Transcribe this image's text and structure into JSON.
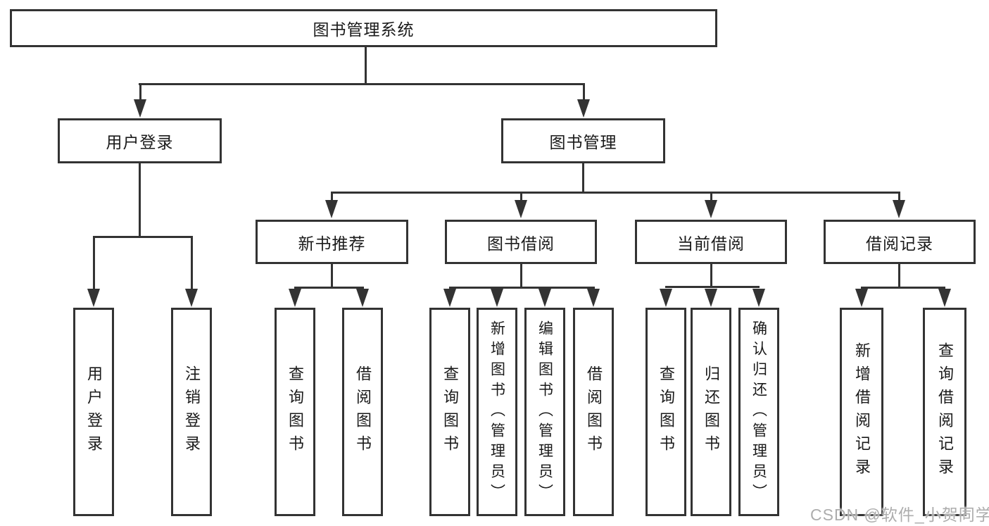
{
  "diagram": {
    "title": "图书管理系统",
    "watermark": "CSDN @软件_小贺同学",
    "colors": {
      "line": "#333333",
      "box_border": "#333333",
      "box_fill": "#ffffff",
      "text": "#1a1a1a",
      "watermark": "#adadad"
    },
    "nodes": {
      "root": {
        "label": "图书管理系统"
      },
      "level2": [
        {
          "label": "用户登录",
          "parent": "图书管理系统"
        },
        {
          "label": "图书管理",
          "parent": "图书管理系统"
        }
      ],
      "level3": [
        {
          "label": "新书推荐",
          "parent": "图书管理"
        },
        {
          "label": "图书借阅",
          "parent": "图书管理"
        },
        {
          "label": "当前借阅",
          "parent": "图书管理"
        },
        {
          "label": "借阅记录",
          "parent": "图书管理"
        }
      ],
      "leaves": [
        {
          "label": "用户登录",
          "parent": "用户登录"
        },
        {
          "label": "注销登录",
          "parent": "用户登录"
        },
        {
          "label": "查询图书",
          "parent": "新书推荐"
        },
        {
          "label": "借阅图书",
          "parent": "新书推荐"
        },
        {
          "label": "查询图书",
          "parent": "图书借阅"
        },
        {
          "label": "新增图书（管理员）",
          "parent": "图书借阅"
        },
        {
          "label": "编辑图书（管理员）",
          "parent": "图书借阅"
        },
        {
          "label": "借阅图书",
          "parent": "图书借阅"
        },
        {
          "label": "查询图书",
          "parent": "当前借阅"
        },
        {
          "label": "归还图书",
          "parent": "当前借阅"
        },
        {
          "label": "确认归还（管理员）",
          "parent": "当前借阅"
        },
        {
          "label": "新增借阅记录",
          "parent": "借阅记录"
        },
        {
          "label": "查询借阅记录",
          "parent": "借阅记录"
        }
      ]
    }
  }
}
